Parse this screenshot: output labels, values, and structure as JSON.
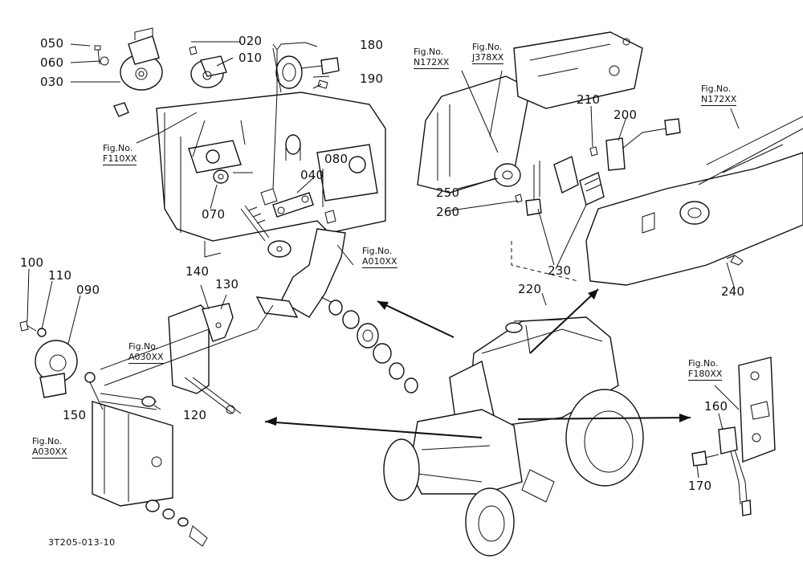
{
  "figure_code": "3T205-013-10",
  "fig_label": "Fig.No.",
  "callouts": {
    "p050": "050",
    "p060": "060",
    "p030": "030",
    "p020": "020",
    "p010": "010",
    "p180": "180",
    "p190": "190",
    "p040": "040",
    "p080": "080",
    "p070": "070",
    "p100": "100",
    "p110": "110",
    "p090": "090",
    "p140": "140",
    "p130": "130",
    "p150": "150",
    "p120": "120",
    "p210": "210",
    "p200": "200",
    "p250": "250",
    "p260": "260",
    "p230": "230",
    "p220": "220",
    "p240": "240",
    "p160": "160",
    "p170": "170"
  },
  "fig_refs": {
    "f110": "F110XX",
    "a010": "A010XX",
    "a030a": "A030XX",
    "a030b": "A030XX",
    "n172a": "N172XX",
    "j378": "J378XX",
    "n172b": "N172XX",
    "f180": "F180XX"
  }
}
